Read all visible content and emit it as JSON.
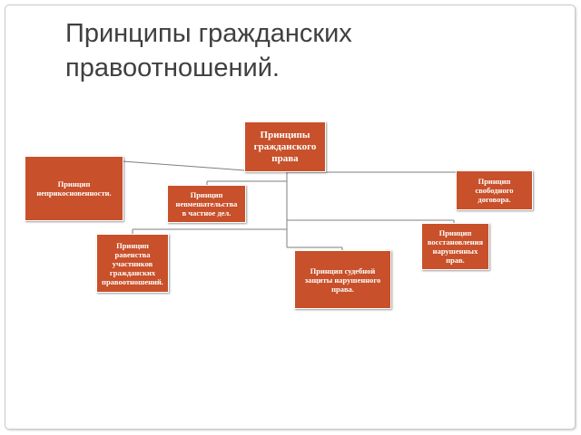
{
  "slide": {
    "title": "Принципы гражданских\nправоотношений."
  },
  "diagram": {
    "root": "Принципы\nгражданского\nправа",
    "nodes": [
      {
        "id": "inviolability",
        "label": "Принцип\nнеприкосновенности."
      },
      {
        "id": "non-interference",
        "label": "Принцип\nневмешательства\nв частное дел."
      },
      {
        "id": "freedom-of-contract",
        "label": "Принцип\nсвободного\nдоговора."
      },
      {
        "id": "equality",
        "label": "Принцип\nравенства\nучастников\nгражданских\nправоотношений."
      },
      {
        "id": "judicial-protection",
        "label": "Принцип судебной\nзащиты нарушенного\nправа."
      },
      {
        "id": "restoration",
        "label": "Принцип\nвосстановления\nнарушенных\nправ."
      }
    ],
    "colors": {
      "box": "#c8502a",
      "connector": "#7f7f7f",
      "title": "#404040"
    }
  }
}
